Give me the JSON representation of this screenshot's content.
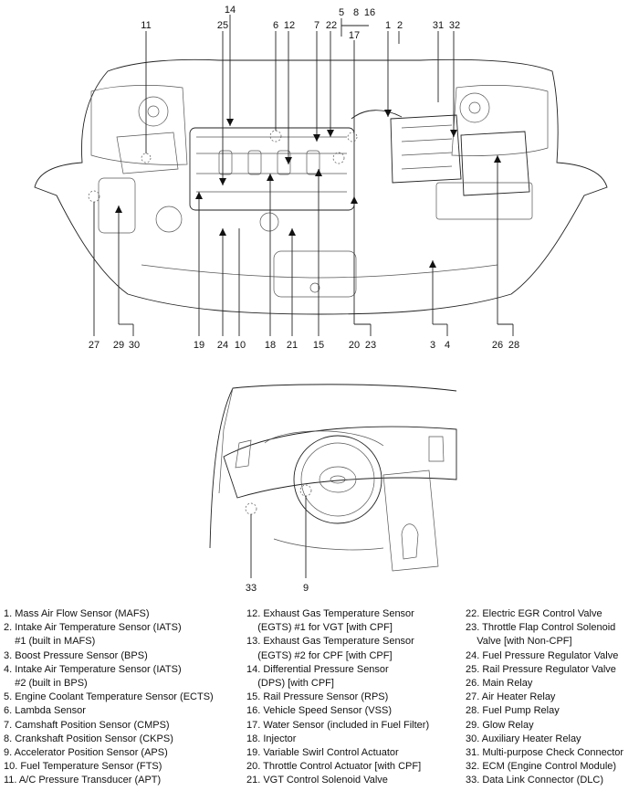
{
  "engine_callouts_top": [
    "14",
    "11",
    "25",
    "6",
    "12",
    "7",
    "22",
    "5",
    "8",
    "16",
    "17",
    "1",
    "2",
    "31",
    "32"
  ],
  "engine_callouts_bottom": [
    "27",
    "29",
    "30",
    "19",
    "24",
    "10",
    "18",
    "21",
    "15",
    "20",
    "23",
    "3",
    "4",
    "26",
    "28"
  ],
  "cabin_callouts": [
    "33",
    "9"
  ],
  "legend": {
    "col1": [
      "1. Mass Air Flow Sensor (MAFS)",
      "2. Intake Air Temperature Sensor (IATS)",
      "    #1 (built in MAFS)",
      "3. Boost Pressure Sensor (BPS)",
      "4. Intake Air Temperature Sensor (IATS)",
      "    #2 (built in BPS)",
      "5. Engine Coolant Temperature Sensor (ECTS)",
      "6. Lambda Sensor",
      "7. Camshaft Position Sensor (CMPS)",
      "8. Crankshaft Position Sensor (CKPS)",
      "9. Accelerator Position Sensor (APS)",
      "10. Fuel Temperature Sensor (FTS)",
      "11. A/C Pressure Transducer (APT)"
    ],
    "col2": [
      "12. Exhaust Gas Temperature Sensor",
      "    (EGTS) #1 for VGT [with CPF]",
      "13. Exhaust Gas Temperature Sensor",
      "    (EGTS) #2 for CPF [with CPF]",
      "14. Differential Pressure Sensor",
      "    (DPS) [with CPF]",
      "15. Rail Pressure Sensor (RPS)",
      "16. Vehicle Speed Sensor (VSS)",
      "17. Water Sensor (included in Fuel Filter)",
      "18. Injector",
      "19. Variable Swirl Control Actuator",
      "20. Throttle Control Actuator [with CPF]",
      "21. VGT Control Solenoid Valve"
    ],
    "col3": [
      "22. Electric EGR Control Valve",
      "23. Throttle Flap Control Solenoid",
      "    Valve [with Non-CPF]",
      "24. Fuel Pressure Regulator Valve",
      "25. Rail Pressure Regulator Valve",
      "26. Main Relay",
      "27. Air Heater Relay",
      "28. Fuel Pump Relay",
      "29. Glow Relay",
      "30. Auxiliary Heater Relay",
      "31. Multi-purpose Check Connector",
      "32. ECM (Engine Control Module)",
      "33. Data Link Connector (DLC)"
    ]
  }
}
